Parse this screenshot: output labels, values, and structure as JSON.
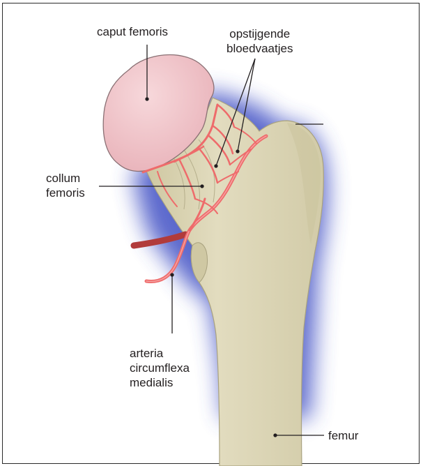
{
  "labels": {
    "caput": "caput femoris",
    "bloedvaatjes": "opstijgende\nbloedvaatjes",
    "collum": "collum\nfemoris",
    "arteria": "arteria\ncircumflexa\nmedialis",
    "femur": "femur"
  },
  "colors": {
    "head": "#f2c7cc",
    "bone": "#ded8b7",
    "vessel": "#ee6b6b",
    "artery_dark": "#b13b3b",
    "glow": "#3f4fc4",
    "line": "#231f20"
  }
}
